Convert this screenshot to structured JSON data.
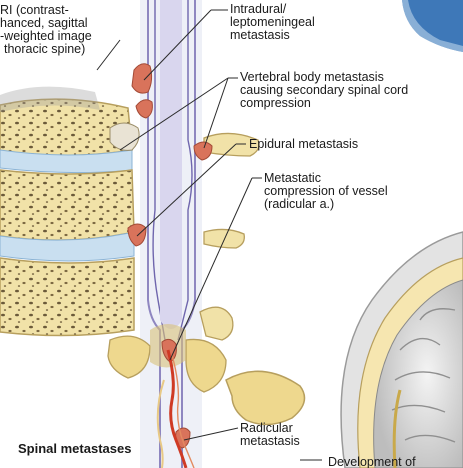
{
  "labels": {
    "mri_caption": [
      "RI (contrast-",
      "hanced, sagittal",
      "-weighted image",
      "thoracic spine)"
    ],
    "intradural": [
      "Intradural/",
      "leptomeningeal",
      "metastasis"
    ],
    "vertebral_body": [
      "Vertebral body metastasis",
      "causing secondary spinal cord",
      "compression"
    ],
    "epidural": "Epidural metastasis",
    "metastatic_compression": [
      "Metastatic",
      "compression of vessel",
      "(radicular a.)"
    ],
    "radicular": [
      "Radicular",
      "metastasis"
    ],
    "title": "Spinal metastases",
    "development": "Development of"
  },
  "colors": {
    "bone": "#f1e2a8",
    "bone_dark": "#d9c27a",
    "disc": "#c9dff0",
    "cord": "#c6c3e2",
    "dura": "#8e86c0",
    "metastasis": "#d9735b",
    "artery": "#cf3a25",
    "leader": "#2b2b2b"
  }
}
